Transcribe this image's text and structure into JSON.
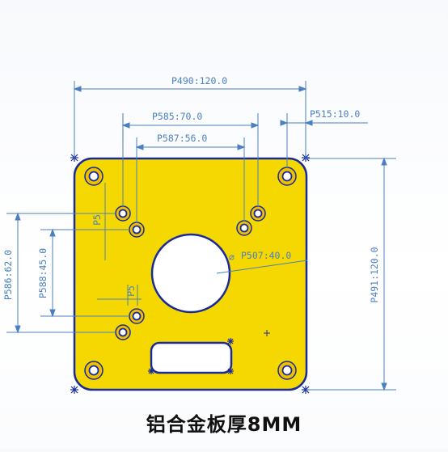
{
  "drawing": {
    "dimensions": {
      "overall_width": "P490:120.0",
      "outer_hole_spacing": "P585:70.0",
      "inner_hole_spacing": "P587:56.0",
      "edge_offset": "P515:10.0",
      "overall_height": "P491:120.0",
      "outer_vertical_spacing": "P586:62.0",
      "inner_vertical_spacing": "P588:45.0",
      "center_hole": "P507:40.0",
      "small_offset_1": "P5",
      "small_offset_2": "P5"
    },
    "diameter_symbol": "⌀"
  },
  "caption": "铝合金板厚8MM",
  "colors": {
    "plate": "#f5d800",
    "plate_outline": "#1a2a9a",
    "dimension": "#4a7fc0",
    "caption": "#111111"
  }
}
